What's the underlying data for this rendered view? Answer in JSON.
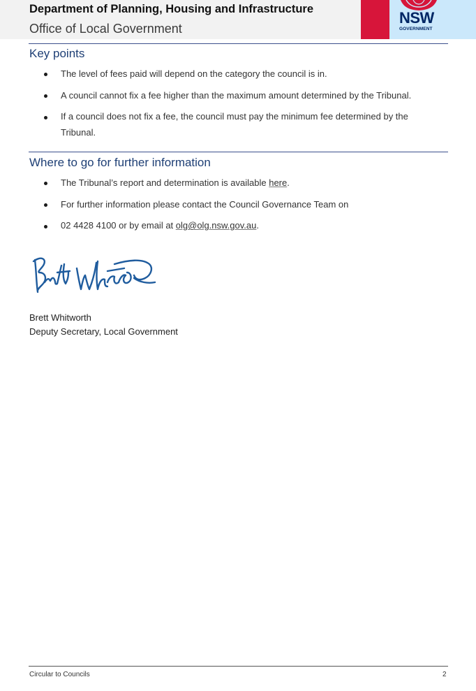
{
  "header": {
    "department": "Department of Planning, Housing and Infrastructure",
    "office": "Office of Local Government",
    "logo": {
      "wordmark": "NSW",
      "subtitle": "GOVERNMENT",
      "icon": "waratah-icon",
      "colors": {
        "red": "#d7153a",
        "navy": "#002664",
        "light_blue": "#cbe8fb"
      }
    }
  },
  "key_points": {
    "title": "Key points",
    "items": [
      "The level of fees paid will depend on the category the council is in.",
      "A council cannot fix a fee higher than the maximum amount determined by the Tribunal.",
      "If a council does not fix a fee, the council must pay the minimum fee determined by the",
      "Tribunal."
    ]
  },
  "further_info": {
    "title": "Where to go for further information",
    "item1_text": "The Tribunal’s report and determination is available ",
    "item1_link": "here",
    "item1_end": ".",
    "item2_text": "For further information please contact the Council Governance Team on",
    "item3_text": "02 4428 4100 or by email at ",
    "item3_link": "olg@olg.nsw.gov.au",
    "item3_end": "."
  },
  "signatory": {
    "signature": "Brett Whitworth",
    "name": "Brett Whitworth",
    "role": "Deputy Secretary, Local Government"
  },
  "footer": {
    "left": "Circular to Councils",
    "page_number": "2"
  },
  "colors": {
    "heading": "#1e3f75",
    "rule": "#3b4f8c",
    "signature_ink": "#1f5c9e"
  }
}
